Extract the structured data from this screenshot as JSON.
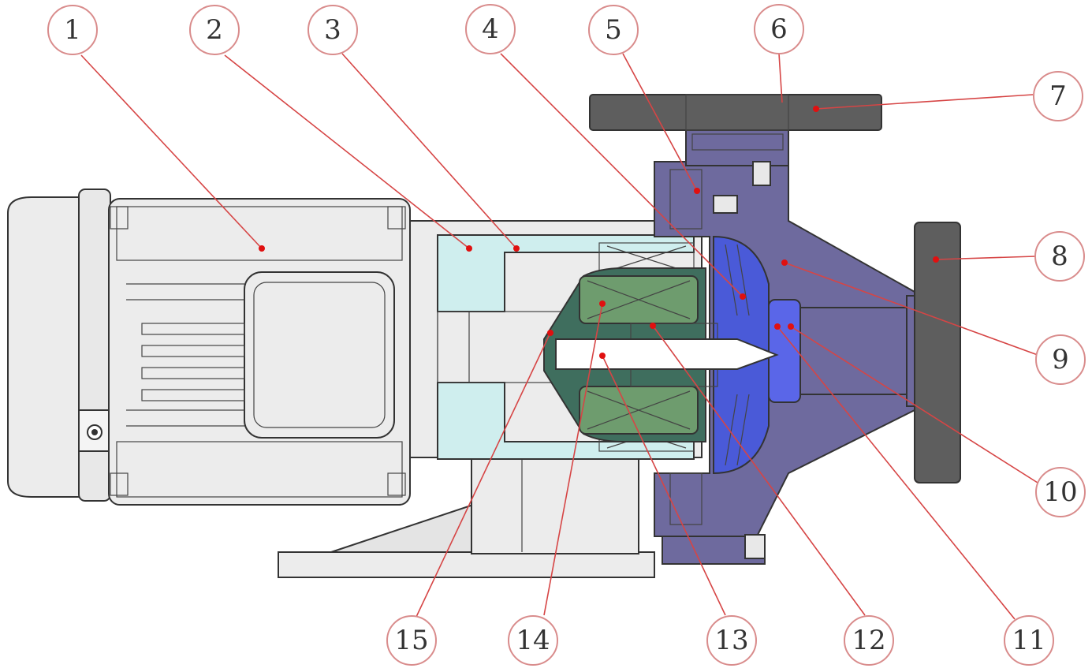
{
  "diagram": {
    "colors": {
      "motor": "#ececec",
      "casing": "#6e6a9e",
      "flange": "#5e5e5e",
      "magnet": "#6e9c6e",
      "liner": "#cfeeee",
      "impeller": "#4a5ad8",
      "shaft": "#ffffff"
    },
    "callouts": [
      {
        "id": "1",
        "label": "1"
      },
      {
        "id": "2",
        "label": "2"
      },
      {
        "id": "3",
        "label": "3"
      },
      {
        "id": "4",
        "label": "4"
      },
      {
        "id": "5",
        "label": "5"
      },
      {
        "id": "6",
        "label": "6"
      },
      {
        "id": "7",
        "label": "7"
      },
      {
        "id": "8",
        "label": "8"
      },
      {
        "id": "9",
        "label": "9"
      },
      {
        "id": "10",
        "label": "10"
      },
      {
        "id": "11",
        "label": "11"
      },
      {
        "id": "12",
        "label": "12"
      },
      {
        "id": "13",
        "label": "13"
      },
      {
        "id": "14",
        "label": "14"
      },
      {
        "id": "15",
        "label": "15"
      }
    ]
  }
}
